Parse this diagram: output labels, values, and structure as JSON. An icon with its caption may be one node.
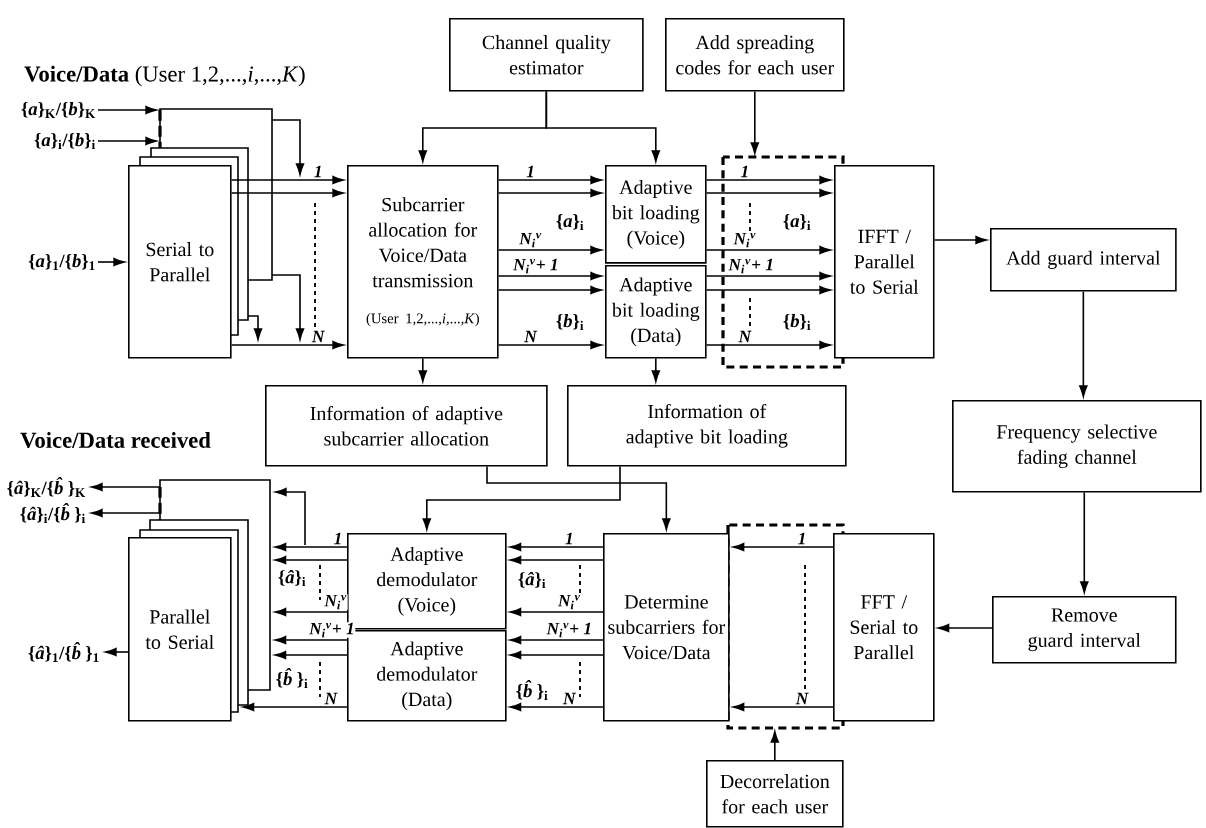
{
  "diagram": {
    "nodes": [
      {
        "text": [
          "Channel quality estimator"
        ]
      },
      {
        "text": [
          "Add spreading codes for each user"
        ]
      },
      {
        "text": [
          "{*a*}$_{K}$/{*b*}$_{K}$"
        ]
      },
      {
        "text": [
          "{*a*}$_{i}$/{*b*}$_{i}$"
        ]
      },
      {
        "text": [
          "{*a*}$_{1}$/{*b*}$_{1}$"
        ]
      },
      {
        "text": [
          "Serial to Parallel"
        ]
      },
      {
        "text": [
          "Subcarrier allocation for Voice/Data transmission",
          "(User 1,2,...,*i*,...,*K*)"
        ]
      },
      {
        "text": [
          "Adaptive bit loading (Voice)"
        ]
      },
      {
        "text": [
          "Adaptive bit loading (Data)"
        ]
      },
      {
        "text": [
          "IFFT / Parallel to Serial"
        ]
      },
      {
        "text": [
          "Add guard interval"
        ]
      },
      {
        "text": [
          "Information of adaptive subcarrier allocation"
        ]
      },
      {
        "text": [
          "Information of adaptive bit loading"
        ]
      },
      {
        "text": [
          "Frequency selective fading channel"
        ]
      },
      {
        "text": [
          "{*â*}$_{K}$/{*b̂*}$_{K}$"
        ]
      },
      {
        "text": [
          "{*â*}$_{i}$/{*b̂*}$_{i}$"
        ]
      },
      {
        "text": [
          "{*â*}$_{1}$/{*b̂*}$_{1}$"
        ]
      },
      {
        "text": [
          "Parallel to Serial"
        ]
      },
      {
        "text": [
          "Adaptive demodulator (Voice)"
        ]
      },
      {
        "text": [
          "Adaptive demodulator (Data)"
        ]
      },
      {
        "text": [
          "Determine subcarriers for Voice/Data"
        ]
      },
      {
        "text": [
          "FFT / Serial to Parallel"
        ]
      },
      {
        "text": [
          "Remove guard interval"
        ]
      },
      {
        "text": [
          "Decorrelation for each user"
        ]
      }
    ],
    "edges": [
      {
        "from": 0,
        "to": 6,
        "arrow": "to"
      },
      {
        "from": 0,
        "to": 7,
        "arrow": "to"
      },
      {
        "from": 1,
        "to": null,
        "arrow": "to"
      },
      {
        "from": 2,
        "to": 5,
        "arrow": "to"
      },
      {
        "from": 3,
        "to": 5,
        "arrow": "to"
      },
      {
        "from": 4,
        "to": 5,
        "arrow": "to"
      },
      {
        "from": 5,
        "to": 6,
        "arrow": "to",
        "label": "1"
      },
      {
        "from": 5,
        "to": 6,
        "arrow": "to"
      },
      {
        "from": 5,
        "to": 6,
        "arrow": "to",
        "label": "N"
      },
      {
        "from": 6,
        "to": 7,
        "arrow": "to",
        "label": "1"
      },
      {
        "from": 6,
        "to": 7,
        "arrow": "to"
      },
      {
        "from": 6,
        "to": 7,
        "arrow": "to",
        "label": "N$_{i}$$^{v}$"
      },
      {
        "from": 6,
        "to": 8,
        "arrow": "to",
        "label": "N$_{i}$$^{v}$+ 1"
      },
      {
        "from": 6,
        "to": 8,
        "arrow": "to"
      },
      {
        "from": 6,
        "to": 8,
        "arrow": "to",
        "label": "N"
      },
      {
        "from": 7,
        "to": 9,
        "arrow": "to",
        "label": "1"
      },
      {
        "from": 7,
        "to": 9,
        "arrow": "to"
      },
      {
        "from": 7,
        "to": 9,
        "arrow": "to",
        "label": "N$_{i}$$^{v}$"
      },
      {
        "from": 8,
        "to": 9,
        "arrow": "to",
        "label": "N$_{i}$$^{v}$+ 1"
      },
      {
        "from": 8,
        "to": 9,
        "arrow": "to"
      },
      {
        "from": 8,
        "to": 9,
        "arrow": "to",
        "label": "N"
      },
      {
        "from": 9,
        "to": 10,
        "arrow": "to"
      },
      {
        "from": 10,
        "to": 13,
        "arrow": "to"
      },
      {
        "from": 6,
        "to": 11,
        "arrow": "to"
      },
      {
        "from": 8,
        "to": 12,
        "arrow": "to"
      },
      {
        "from": 11,
        "to": 20,
        "arrow": "to"
      },
      {
        "from": 12,
        "to": 18,
        "arrow": "to"
      },
      {
        "from": 13,
        "to": 22,
        "arrow": "to"
      },
      {
        "from": 22,
        "to": 21,
        "arrow": "to"
      },
      {
        "from": 21,
        "to": 20,
        "arrow": "to",
        "label": "1"
      },
      {
        "from": 21,
        "to": 20,
        "arrow": "to",
        "label": "N"
      },
      {
        "from": 20,
        "to": 18,
        "arrow": "to",
        "label": "1"
      },
      {
        "from": 20,
        "to": 18,
        "arrow": "to"
      },
      {
        "from": 20,
        "to": 18,
        "arrow": "to",
        "label": "N$_{i}$$^{v}$"
      },
      {
        "from": 20,
        "to": 19,
        "arrow": "to",
        "label": "N$_{i}$$^{v}$+ 1"
      },
      {
        "from": 20,
        "to": 19,
        "arrow": "to"
      },
      {
        "from": 20,
        "to": 19,
        "arrow": "to",
        "label": "N"
      },
      {
        "from": 18,
        "to": 17,
        "arrow": "to",
        "label": "1"
      },
      {
        "from": 18,
        "to": 17,
        "arrow": "to"
      },
      {
        "from": 18,
        "to": 17,
        "arrow": "to",
        "label": "N$_{i}$$^{v}$"
      },
      {
        "from": 19,
        "to": 17,
        "arrow": "to",
        "label": "N$_{i}$$^{v}$+ 1"
      },
      {
        "from": 19,
        "to": 17,
        "arrow": "to"
      },
      {
        "from": 19,
        "to": 17,
        "arrow": "to",
        "label": "N"
      },
      {
        "from": 17,
        "to": 14,
        "arrow": "to"
      },
      {
        "from": 17,
        "to": 15,
        "arrow": "to"
      },
      {
        "from": 17,
        "to": 16,
        "arrow": "to"
      },
      {
        "from": 23,
        "to": null,
        "arrow": "to"
      }
    ],
    "labels": [
      "**Voice/Data** (User 1,2,...,*i*,...,*K*)",
      "{*a*}$_{i}$",
      "{*b*}$_{i}$",
      "{*a*}$_{i}$",
      "{*b*}$_{i}$",
      "Voice/Data received",
      "{*â*}$_{i}$",
      "{*b̂*}$_{i}$",
      "{*â*}$_{i}$",
      "{*b̂*}$_{i}$"
    ]
  }
}
